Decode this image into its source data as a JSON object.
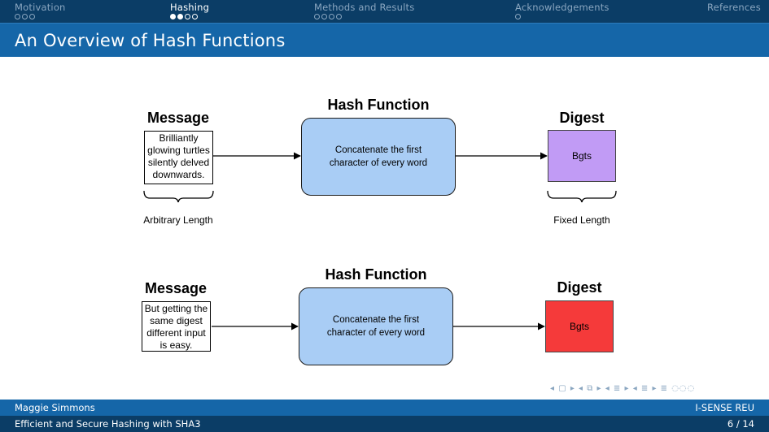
{
  "nav": {
    "sections": [
      {
        "label": "Motivation",
        "dots": 3,
        "filled": 0,
        "active": false
      },
      {
        "label": "Hashing",
        "dots": 4,
        "filled": 2,
        "active": true
      },
      {
        "label": "Methods and Results",
        "dots": 4,
        "filled": 0,
        "active": false
      },
      {
        "label": "Acknowledgements",
        "dots": 1,
        "filled": 0,
        "active": false
      },
      {
        "label": "References",
        "dots": 0,
        "filled": 0,
        "active": false
      }
    ]
  },
  "slide": {
    "title": "An Overview of Hash Functions"
  },
  "diagram1": {
    "message_title": "Message",
    "message_lines": [
      "Brilliantly",
      "glowing turtles",
      "silently delved",
      "downwards."
    ],
    "hash_title": "Hash Function",
    "hash_lines": [
      "Concatenate the first",
      "character of every word"
    ],
    "digest_title": "Digest",
    "digest_value": "Bgts",
    "digest_color": "#c19bf5",
    "left_caption": "Arbitrary Length",
    "right_caption": "Fixed Length"
  },
  "diagram2": {
    "message_title": "Message",
    "message_lines": [
      "But getting the",
      "same digest",
      "different input",
      "is easy."
    ],
    "hash_title": "Hash Function",
    "hash_lines": [
      "Concatenate the first",
      "character of every word"
    ],
    "digest_title": "Digest",
    "digest_value": "Bgts",
    "digest_color": "#f53a3a"
  },
  "beamer_nav": "◂ ▢ ▸ ◂ ⧉ ▸ ◂ ≣ ▸ ◂ ≣ ▸   ≣   ◌◌◌",
  "footer": {
    "author": "Maggie Simmons",
    "institute": "I-SENSE REU",
    "talk_title": "Efficient and Secure Hashing with SHA3",
    "page": "6 / 14"
  },
  "colors": {
    "nav_dark": "#0b3d66",
    "title_blue": "#1566a8",
    "hash_fill": "#a9cdf5"
  }
}
